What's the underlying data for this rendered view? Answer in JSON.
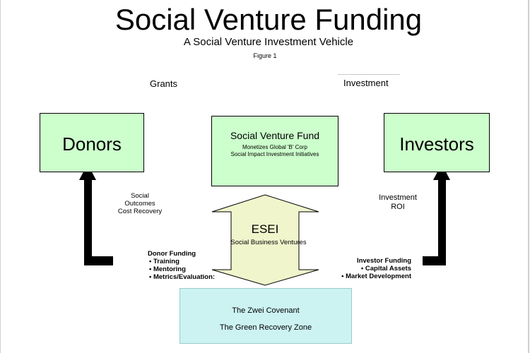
{
  "header": {
    "title": "Social Venture Funding",
    "subtitle": "A Social Venture Investment Vehicle",
    "figure": "Figure 1"
  },
  "labels": {
    "grants": "Grants",
    "investment_top": "Investment",
    "social_outcomes": [
      "Social",
      "Outcomes",
      "Cost Recovery"
    ],
    "investment_roi": [
      "Investment",
      "ROI"
    ]
  },
  "nodes": {
    "donors": "Donors",
    "investors": "Investors",
    "fund": {
      "title": "Social Venture Fund",
      "line1": "Monetizes Global 'B' Corp",
      "line2": "Social Impact Investment Initiatives"
    },
    "esei": {
      "title": "ESEI",
      "subtitle": "Social Business Ventures"
    },
    "zwei": {
      "line1": "The Zwei Covenant",
      "line2": "The Green Recovery Zone"
    }
  },
  "donor_funding": {
    "heading": "Donor Funding",
    "items": [
      "• Training",
      "• Mentoring",
      "• Metrics/Evaluation:"
    ]
  },
  "investor_funding": {
    "heading": "Investor Funding",
    "items": [
      "• Capital Assets",
      "• Market Development"
    ]
  },
  "colors": {
    "node_fill": "#ccffcc",
    "esei_fill": "#f0f5cc",
    "zwei_fill": "#ccf2f2",
    "arrow": "#000000"
  }
}
